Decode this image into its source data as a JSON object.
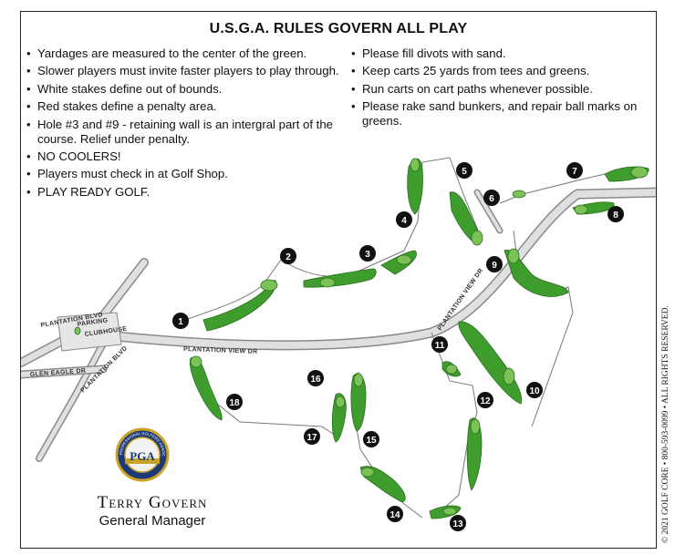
{
  "title": "U.S.G.A. RULES GOVERN ALL PLAY",
  "rules_left": [
    "Yardages are measured to the center of the green.",
    "Slower players must invite faster players to play through.",
    "White stakes define out of bounds.",
    "Red stakes define a penalty area.",
    "Hole #3 and #9 - retaining wall is an intergral part of the course. Relief under penalty.",
    "NO COOLERS!",
    "Players must check in at Golf Shop.",
    "PLAY READY GOLF."
  ],
  "rules_right": [
    "Please fill divots with sand.",
    "Keep carts 25 yards from tees and greens.",
    "Run carts on cart paths whenever possible.",
    "Please rake sand bunkers, and repair ball marks on greens."
  ],
  "roads": {
    "plantation_view_main": "PLANTATION VIEW DR",
    "plantation_view_upper": "PLANTATION VIEW DR",
    "plantation_blvd_top": "PLANTATION BLVD",
    "plantation_blvd_side": "PLANTATION BLVD",
    "eagle": "GLEN EAGLE DR",
    "parking": "PARKING",
    "clubhouse": "CLUBHOUSE"
  },
  "holes": [
    "1",
    "2",
    "3",
    "4",
    "5",
    "6",
    "7",
    "8",
    "9",
    "10",
    "11",
    "12",
    "13",
    "14",
    "15",
    "16",
    "17",
    "18"
  ],
  "logo": {
    "text": "PGA",
    "ring_text": "PROFESSIONAL GOLFERS' ASSOCIATION OF AMERICA"
  },
  "manager": {
    "name": "Terry Govern",
    "title": "General Manager"
  },
  "copyright": "© 2021 GOLF CORE • 800-593-0099 • ALL RIGHTS RESERVED.",
  "colors": {
    "fairway": "#3f9d2e",
    "fairway_light": "#7cc256",
    "road": "#d9d9d9",
    "road_edge": "#8a8a8a",
    "marker": "#111111"
  }
}
